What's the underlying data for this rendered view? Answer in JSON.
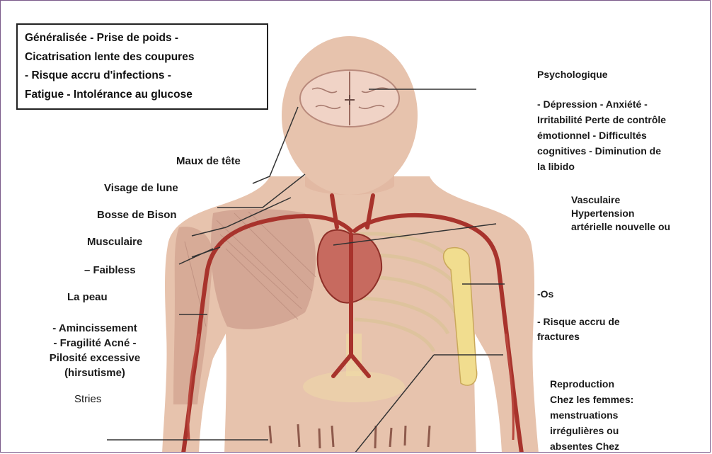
{
  "colors": {
    "skin": "#e7c3ad",
    "skin_shadow": "#d5a68e",
    "artery": "#a8332c",
    "bone": "#f1dd8f",
    "muscle": "#cfa08e",
    "brain": "#f0d3c6",
    "frame": "#7a5a8a"
  },
  "top_box": [
    "Généralisée - Prise de poids -",
    "Cicatrisation  lente des coupures",
    "- Risque accru d'infections -",
    "Fatigue - Intolérance au glucose"
  ],
  "left_labels": {
    "headache": "Maux de tête",
    "moon_face": "Visage de lune",
    "buffalo_hump": "Bosse de Bison",
    "muscular": "Musculaire",
    "weakness": "–    Faibless",
    "skin": "La peau",
    "skin_details": [
      "- Amincissement",
      "- Fragilité  Acné -",
      "Pilosité excessive",
      "(hirsutisme)"
    ],
    "striae": "Stries"
  },
  "right_labels": {
    "psych_title": "Psychologique",
    "psych_details": [
      "- Dépression  - Anxiété -",
      "Irritabilité  Perte de contrôle",
      "émotionnel  - Difficultés",
      "cognitives - Diminution de",
      "la libido"
    ],
    "vascular": [
      "Vasculaire",
      "Hypertension",
      "artérielle nouvelle ou"
    ],
    "bone_title": "-Os",
    "bone_details": [
      "- Risque accru de",
      "fractures"
    ],
    "repro": [
      "Reproduction",
      "Chez les femmes:",
      "menstruations",
      "irrégulières ou",
      "absentes Chez"
    ]
  }
}
